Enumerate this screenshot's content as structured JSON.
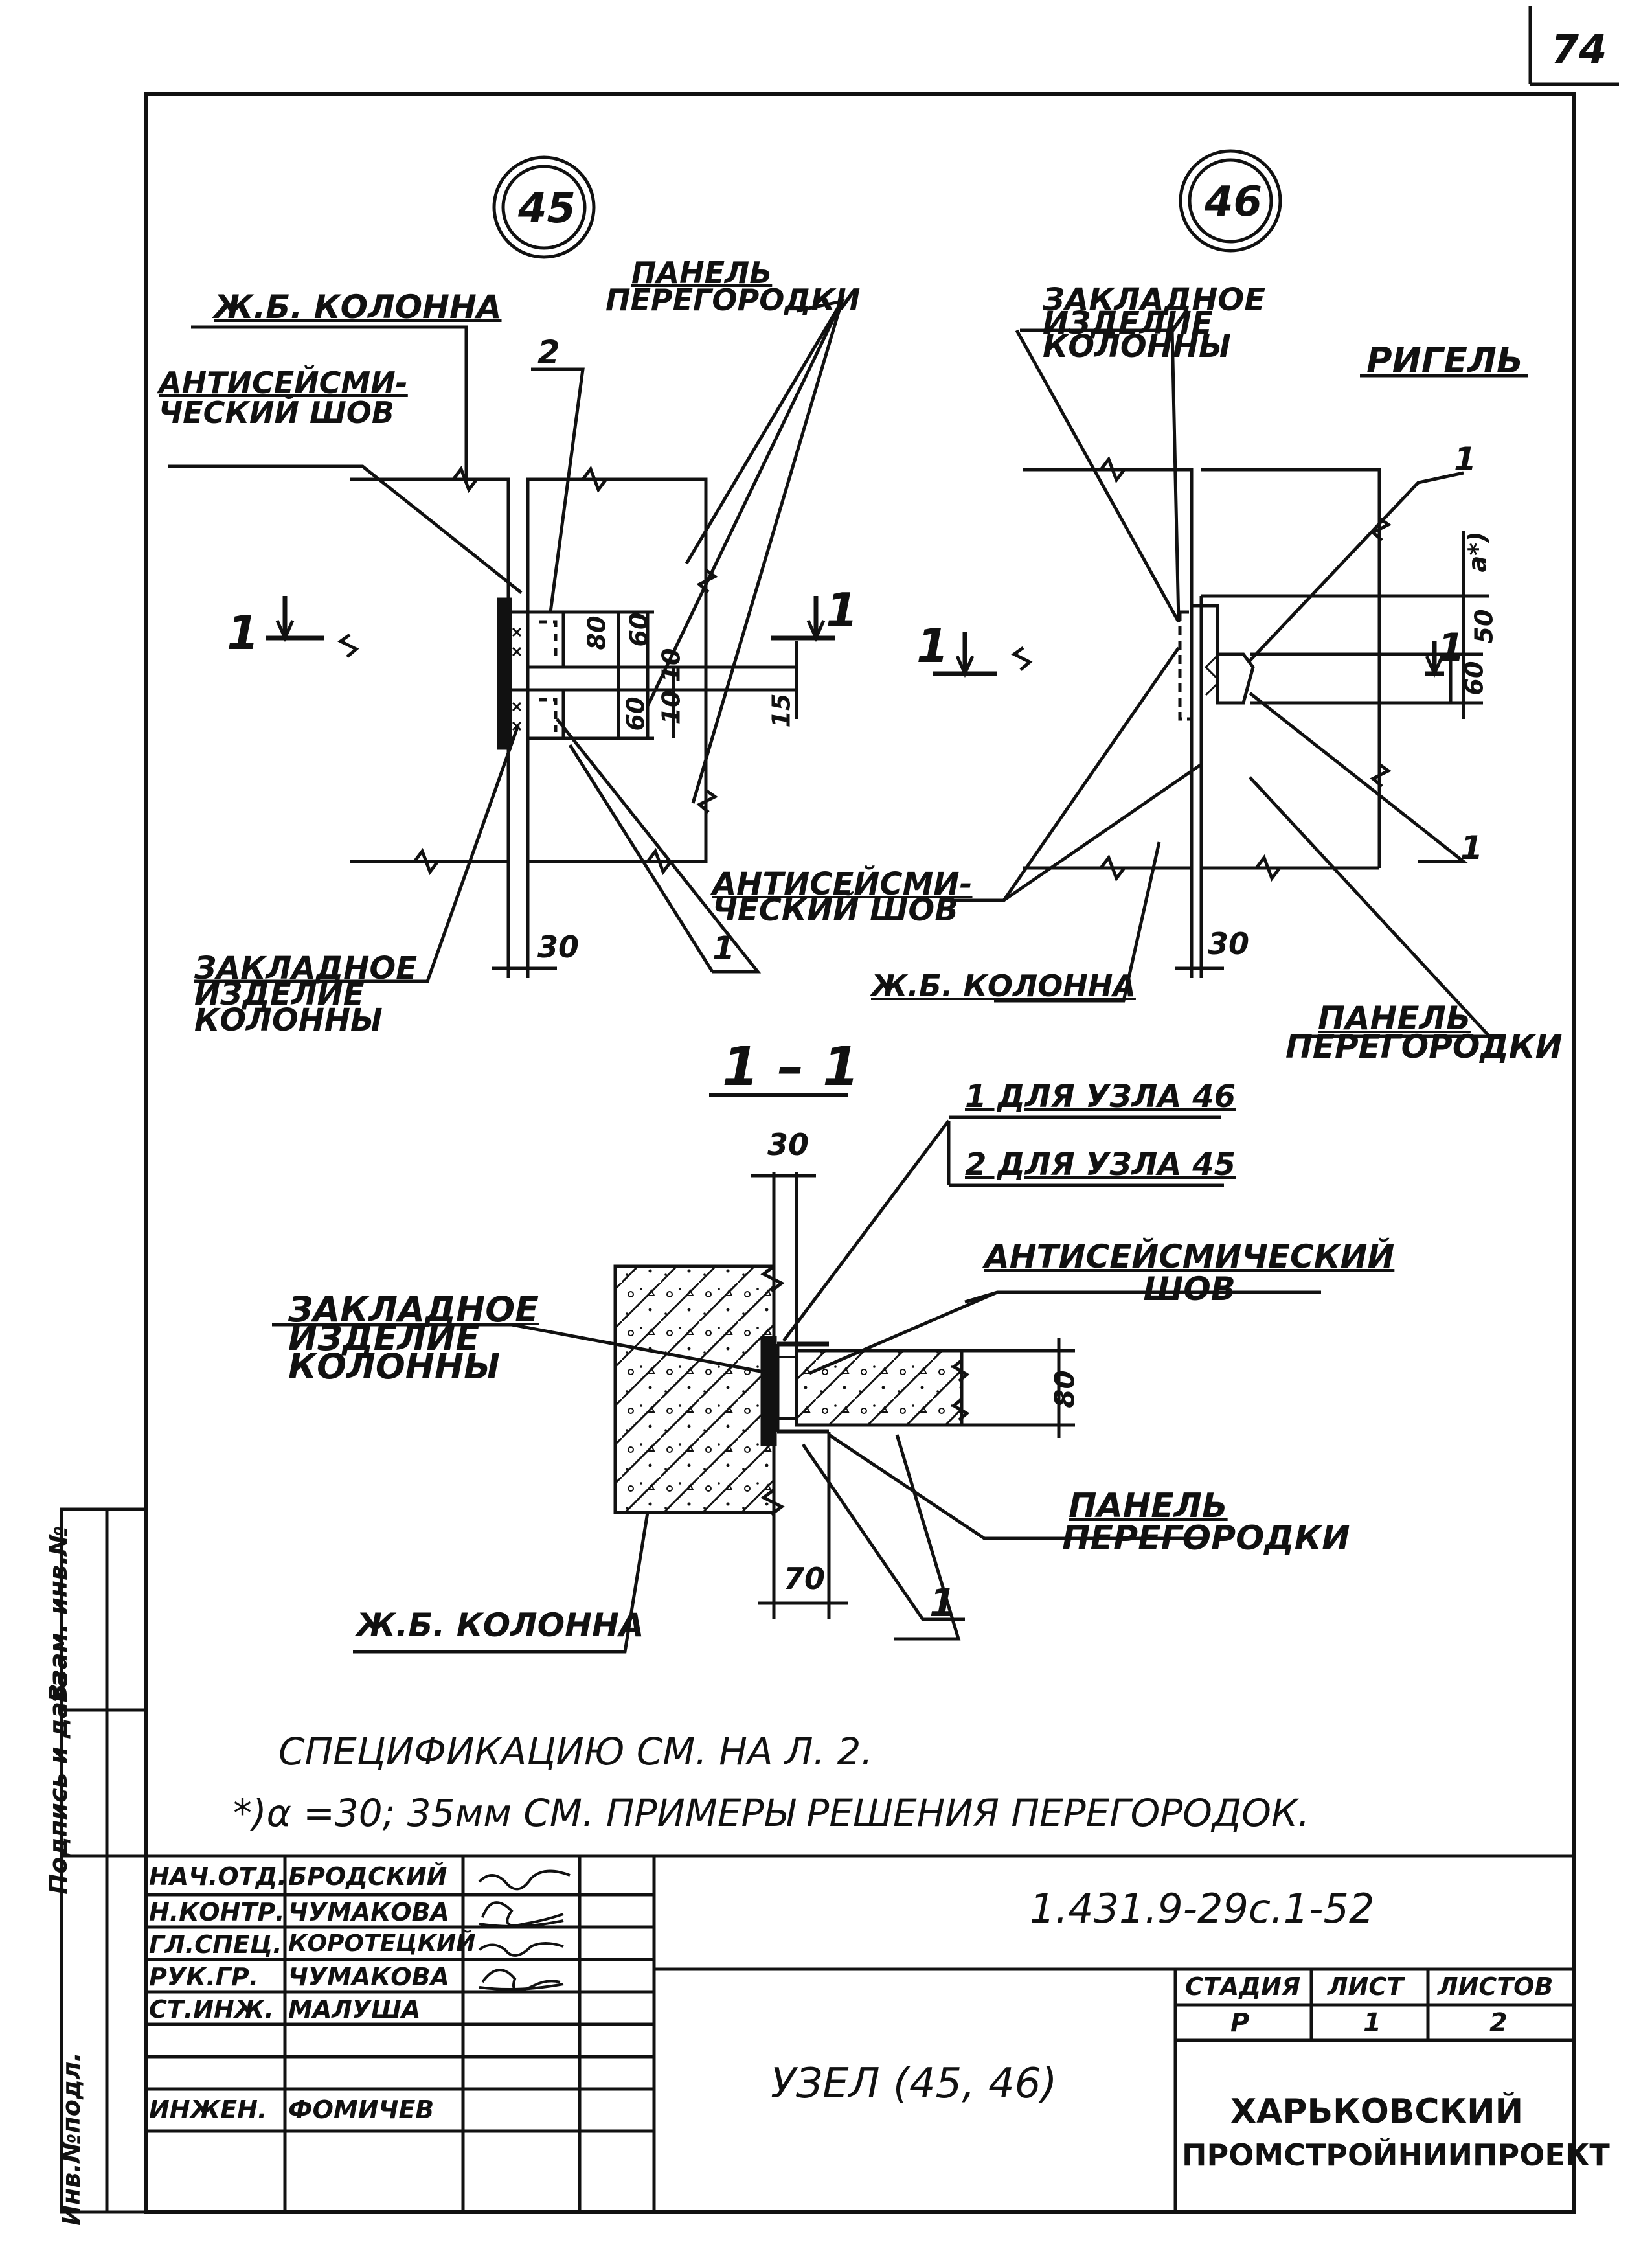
{
  "sheet_number": "74",
  "node_45": {
    "marker": "45",
    "label_column": "Ж.Б. КОЛОННА",
    "label_seismic_joint": [
      "АНТИСЕЙСМИ-",
      "ЧЕСКИЙ ШОВ"
    ],
    "label_panel": [
      "ПАНЕЛЬ",
      "ПЕРЕГОРОДКИ"
    ],
    "label_embed": [
      "ЗАКЛАДНОЕ",
      "ИЗДЕЛИЕ",
      "КОЛОННЫ"
    ],
    "callout_2": "2",
    "callout_1": "1",
    "section_mark": "1",
    "dims": [
      "80",
      "60",
      "10",
      "10",
      "60",
      "15",
      "30"
    ]
  },
  "node_46": {
    "marker": "46",
    "label_embed": [
      "ЗАКЛАДНОЕ",
      "ИЗДЕЛИЕ",
      "КОЛОННЫ"
    ],
    "label_beam": "РИГЕЛЬ",
    "label_seismic_joint": [
      "АНТИСЕЙСМИ-",
      "ЧЕСКИЙ ШОВ"
    ],
    "label_column": "Ж.Б. КОЛОННА",
    "label_panel": [
      "ПАНЕЛЬ",
      "ПЕРЕГОРОДКИ"
    ],
    "callout_1_top": "1",
    "callout_1_bottom": "1",
    "section_mark": "1",
    "dims": [
      "a*)",
      "50",
      "60",
      "30"
    ]
  },
  "section_1_1": {
    "title": "1 – 1",
    "legend_1": "1  ДЛЯ УЗЛА 46",
    "legend_2": "2  ДЛЯ УЗЛА 45",
    "label_seismic_joint": [
      "АНТИСЕЙСМИЧЕСКИЙ",
      "ШОВ"
    ],
    "label_embed": [
      "ЗАКЛАДНОЕ",
      "ИЗДЕЛИЕ",
      "КОЛОННЫ"
    ],
    "label_panel": [
      "ПАНЕЛЬ",
      "ПЕРЕГОРОДКИ"
    ],
    "label_column": "Ж.Б. КОЛОННА",
    "callout_1": "1",
    "dims": [
      "30",
      "80",
      "70"
    ]
  },
  "notes": [
    "СПЕЦИФИКАЦИЮ  СМ. НА  Л. 2.",
    "*)α  =30; 35мм    СМ. ПРИМЕРЫ  РЕШЕНИЯ  ПЕРЕГОРОДОК."
  ],
  "side_strip": [
    "Инв.№подл.",
    "Подпись и дата",
    "Взам. инв.№"
  ],
  "title_block": {
    "roles": [
      {
        "role": "НАЧ.ОТД.",
        "name": "БРОДСКИЙ"
      },
      {
        "role": "Н.КОНТР.",
        "name": "ЧУМАКОВА"
      },
      {
        "role": "ГЛ.СПЕЦ.",
        "name": "КОРОТЕЦКИЙ"
      },
      {
        "role": "РУК.ГР.",
        "name": "ЧУМАКОВА"
      },
      {
        "role": "СТ.ИНЖ.",
        "name": "МАЛУША"
      },
      {
        "role": "",
        "name": ""
      },
      {
        "role": "ИНЖЕН.",
        "name": "ФОМИЧЕВ"
      }
    ],
    "designation": "1.431.9-29с.1-52",
    "drawing_title": "УЗЕЛ (45, 46)",
    "stage_header": "СТАДИЯ",
    "sheet_header": "ЛИСТ",
    "sheets_header": "ЛИСТОВ",
    "stage": "Р",
    "sheet": "1",
    "sheets": "2",
    "organization": [
      "ХАРЬКОВСКИЙ",
      "ПРОМСТРОЙНИИПРОЕКТ"
    ]
  }
}
